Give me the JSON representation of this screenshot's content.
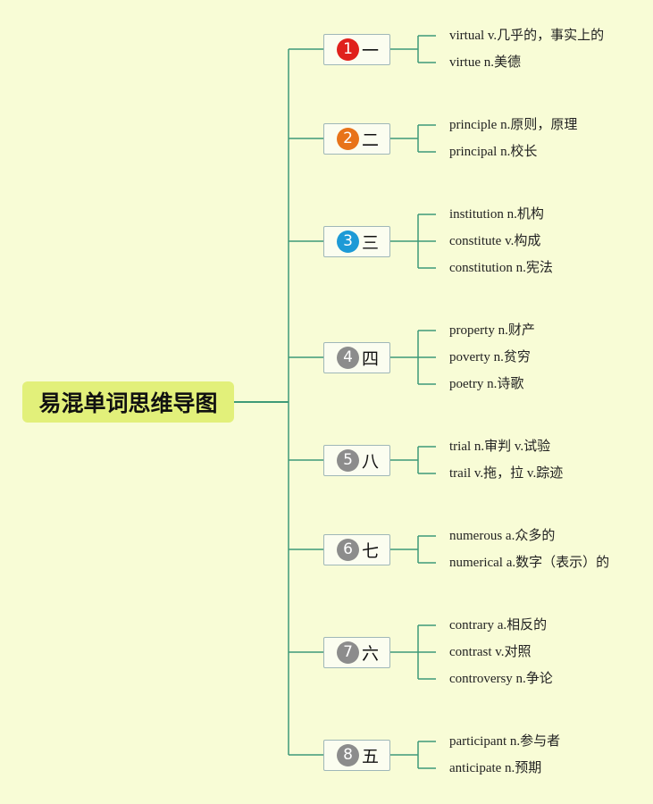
{
  "root": {
    "title": "易混单词思维导图"
  },
  "colors": {
    "background": "#f8fcd6",
    "root_fill": "#e2f07a",
    "connector": "#3e9a78"
  },
  "branches": [
    {
      "number": "1",
      "badge_color": "#e0201c",
      "label": "一",
      "leaves": [
        "virtual v.几乎的，事实上的",
        "virtue n.美德"
      ]
    },
    {
      "number": "2",
      "badge_color": "#e8731a",
      "label": "二",
      "leaves": [
        "principle n.原则，原理",
        "principal n.校长"
      ]
    },
    {
      "number": "3",
      "badge_color": "#1d9ad6",
      "label": "三",
      "leaves": [
        "institution n.机构",
        "constitute v.构成",
        "constitution n.宪法"
      ]
    },
    {
      "number": "4",
      "badge_color": "#8c8c8c",
      "label": "四",
      "leaves": [
        "property n.财产",
        "poverty n.贫穷",
        "poetry n.诗歌"
      ]
    },
    {
      "number": "5",
      "badge_color": "#8c8c8c",
      "label": "八",
      "leaves": [
        "trial n.审判 v.试验",
        "trail v.拖，拉 v.踪迹"
      ]
    },
    {
      "number": "6",
      "badge_color": "#8c8c8c",
      "label": "七",
      "leaves": [
        "numerous a.众多的",
        "numerical a.数字（表示）的"
      ]
    },
    {
      "number": "7",
      "badge_color": "#8c8c8c",
      "label": "六",
      "leaves": [
        "contrary a.相反的",
        "contrast v.对照",
        "controversy n.争论"
      ]
    },
    {
      "number": "8",
      "badge_color": "#8c8c8c",
      "label": "五",
      "leaves": [
        "participant n.参与者",
        "anticipate n.预期"
      ]
    }
  ]
}
